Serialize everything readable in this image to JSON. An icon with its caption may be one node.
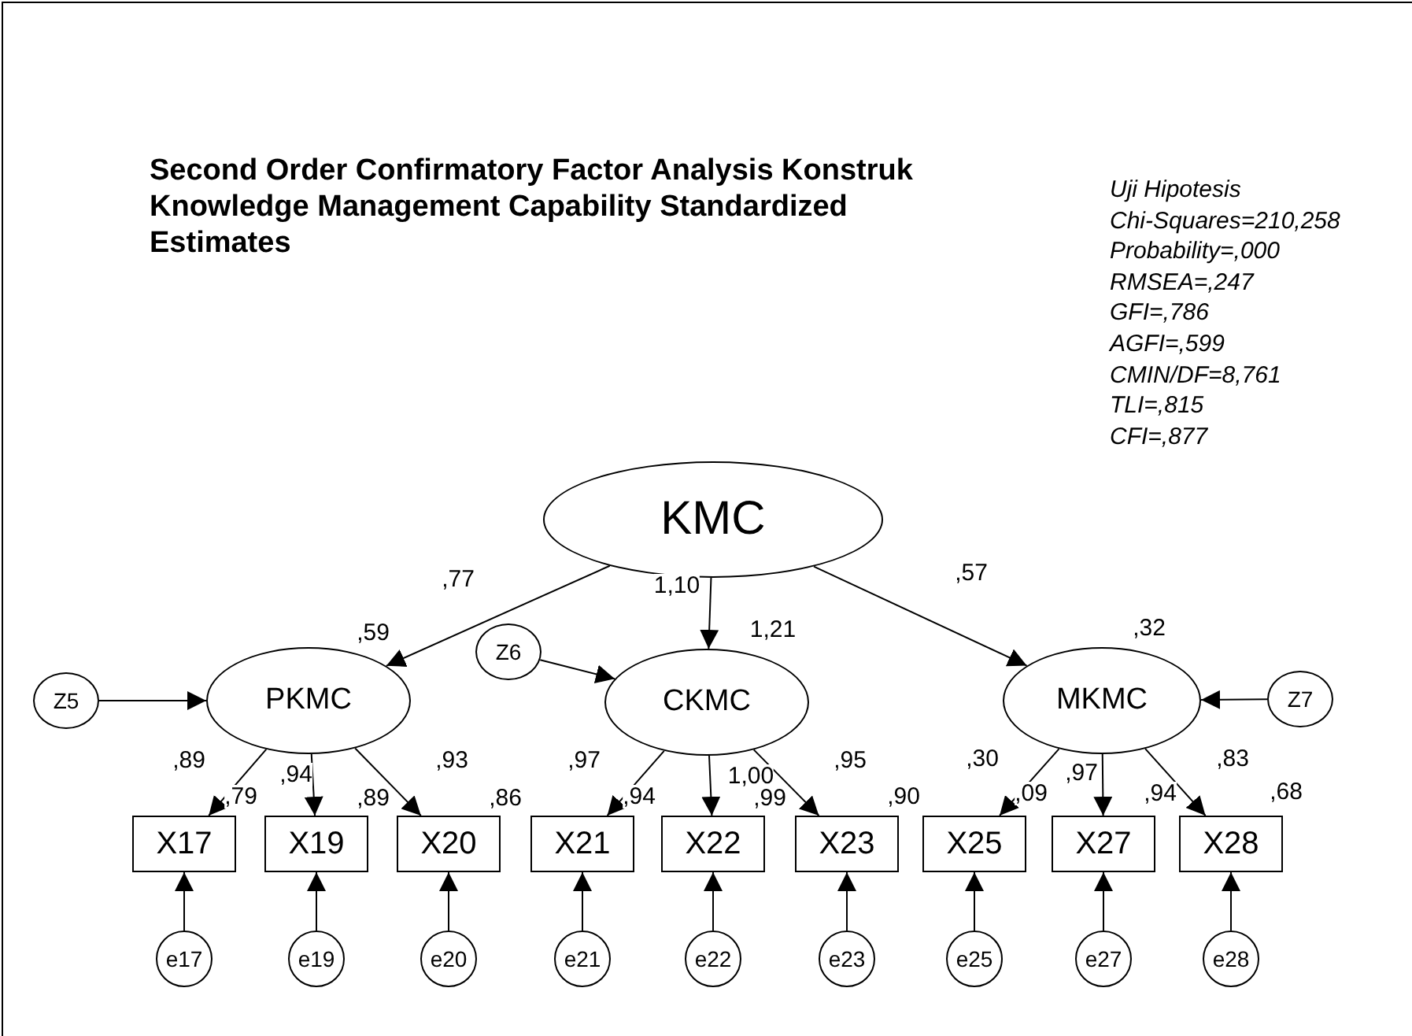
{
  "diagram": {
    "title": "Second Order Confirmatory Factor Analysis Konstruk Knowledge Management Capability Standardized Estimates",
    "nodes": [
      {
        "text": [
          "KMC"
        ]
      },
      {
        "text": [
          "Z5"
        ]
      },
      {
        "text": [
          "PKMC"
        ],
        "beside": [
          ",59"
        ]
      },
      {
        "text": [
          "Z6"
        ]
      },
      {
        "text": [
          "CKMC"
        ],
        "beside": [
          "1,21"
        ]
      },
      {
        "text": [
          "MKMC"
        ],
        "beside": [
          ",32"
        ]
      },
      {
        "text": [
          "Z7"
        ]
      },
      {
        "text": [
          "X17"
        ],
        "beside": [
          ",79"
        ]
      },
      {
        "text": [
          "X19"
        ],
        "beside": [
          ",89"
        ]
      },
      {
        "text": [
          "X20"
        ],
        "beside": [
          ",86"
        ]
      },
      {
        "text": [
          "X21"
        ],
        "beside": [
          ",94"
        ]
      },
      {
        "text": [
          "X22"
        ],
        "beside": [
          ",99"
        ]
      },
      {
        "text": [
          "X23"
        ],
        "beside": [
          ",90"
        ]
      },
      {
        "text": [
          "X25"
        ],
        "beside": [
          ",09"
        ]
      },
      {
        "text": [
          "X27"
        ],
        "beside": [
          ",94"
        ]
      },
      {
        "text": [
          "X28"
        ],
        "beside": [
          ",68"
        ]
      },
      {
        "text": [
          "e17"
        ]
      },
      {
        "text": [
          "e19"
        ]
      },
      {
        "text": [
          "e20"
        ]
      },
      {
        "text": [
          "e21"
        ]
      },
      {
        "text": [
          "e22"
        ]
      },
      {
        "text": [
          "e23"
        ]
      },
      {
        "text": [
          "e25"
        ]
      },
      {
        "text": [
          "e27"
        ]
      },
      {
        "text": [
          "e28"
        ]
      }
    ],
    "edges": [
      {
        "from": 0,
        "to": 2,
        "arrow": "to",
        "label": ",77"
      },
      {
        "from": 0,
        "to": 4,
        "arrow": "to",
        "label": "1,10"
      },
      {
        "from": 0,
        "to": 5,
        "arrow": "to",
        "label": ",57"
      },
      {
        "from": 1,
        "to": 2,
        "arrow": "to"
      },
      {
        "from": 3,
        "to": 4,
        "arrow": "to"
      },
      {
        "from": 6,
        "to": 5,
        "arrow": "to"
      },
      {
        "from": 2,
        "to": 7,
        "arrow": "to",
        "label": ",89"
      },
      {
        "from": 2,
        "to": 8,
        "arrow": "to",
        "label": ",94"
      },
      {
        "from": 2,
        "to": 9,
        "arrow": "to",
        "label": ",93"
      },
      {
        "from": 4,
        "to": 10,
        "arrow": "to",
        "label": ",97"
      },
      {
        "from": 4,
        "to": 11,
        "arrow": "to",
        "label": "1,00"
      },
      {
        "from": 4,
        "to": 12,
        "arrow": "to",
        "label": ",95"
      },
      {
        "from": 5,
        "to": 13,
        "arrow": "to",
        "label": ",30"
      },
      {
        "from": 5,
        "to": 14,
        "arrow": "to",
        "label": ",97"
      },
      {
        "from": 5,
        "to": 15,
        "arrow": "to",
        "label": ",83"
      },
      {
        "from": 16,
        "to": 7,
        "arrow": "to"
      },
      {
        "from": 17,
        "to": 8,
        "arrow": "to"
      },
      {
        "from": 18,
        "to": 9,
        "arrow": "to"
      },
      {
        "from": 19,
        "to": 10,
        "arrow": "to"
      },
      {
        "from": 20,
        "to": 11,
        "arrow": "to"
      },
      {
        "from": 21,
        "to": 12,
        "arrow": "to"
      },
      {
        "from": 22,
        "to": 13,
        "arrow": "to"
      },
      {
        "from": 23,
        "to": 14,
        "arrow": "to"
      },
      {
        "from": 24,
        "to": 15,
        "arrow": "to"
      }
    ],
    "labels": [
      "Uji Hipotesis",
      "Chi-Squares=210,258",
      "Probability=,000",
      "RMSEA=,247",
      "GFI=,786",
      "AGFI=,599",
      "CMIN/DF=8,761",
      "TLI=,815",
      "CFI=,877"
    ]
  }
}
